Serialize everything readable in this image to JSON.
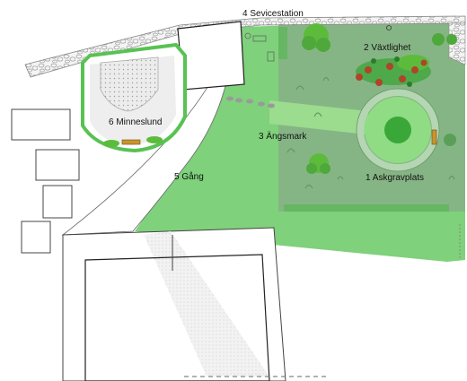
{
  "zones": {
    "sevicestation": "4 Sevicestation",
    "vaxtlighet": "2 Växtlighet",
    "minneslund": "6 Minneslund",
    "angsmark": "3 Ängsmark",
    "gang": "5 Gång",
    "askgravplats": "1 Askgravplats"
  },
  "colors": {
    "lawn": "#7fd17b",
    "meadow": "#86b585",
    "path": "#ffffff",
    "wall": "#c8c8c8",
    "shrub": "#5dbb3c",
    "center_circle": "#3aa838",
    "flower_red": "#b0442a",
    "building_outline": "#222222"
  }
}
